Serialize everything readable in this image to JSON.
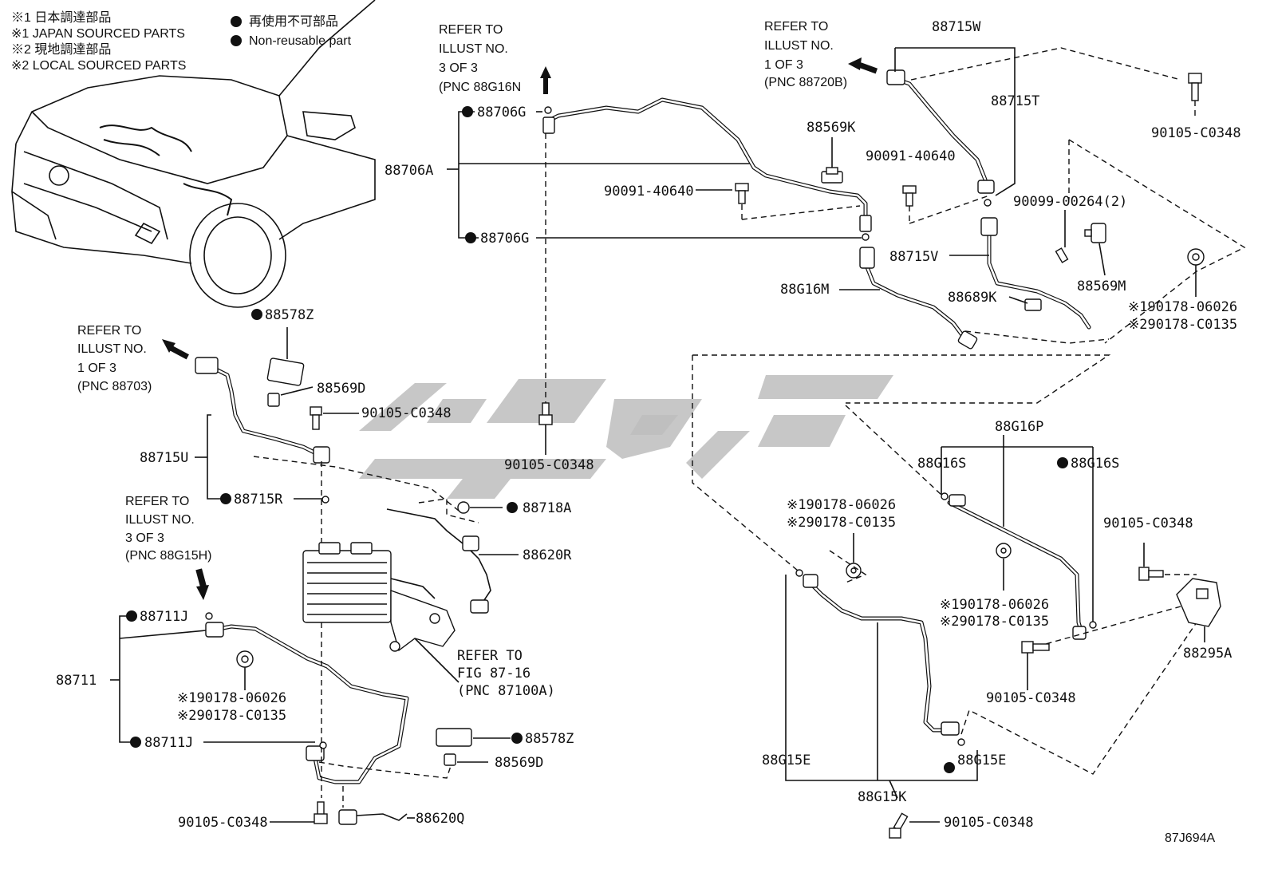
{
  "legend": {
    "l1": "※1 日本調達部品",
    "l2": "※1 JAPAN SOURCED PARTS",
    "l3": "※2 現地調達部品",
    "l4": "※2 LOCAL SOURCED PARTS",
    "nr_jp": "再使用不可部品",
    "nr_en": "Non-reusable part"
  },
  "refs": {
    "r1": [
      "REFER TO",
      "ILLUST NO.",
      "3 OF 3",
      "(PNC 88G16N"
    ],
    "r2": [
      "REFER TO",
      "ILLUST NO.",
      "1 OF 3",
      "(PNC 88720B)"
    ],
    "r3": [
      "REFER TO",
      "ILLUST NO.",
      "1 OF 3",
      "(PNC 88703)"
    ],
    "r4": [
      "REFER TO",
      "ILLUST NO.",
      "3 OF 3",
      "(PNC 88G15H)"
    ],
    "r5": [
      "REFER TO",
      "FIG 87-16",
      "(PNC 87100A)"
    ]
  },
  "labels": {
    "p88706G_top": "88706G",
    "p88706A": "88706A",
    "p88706G_bot": "88706G",
    "p90091_a": "90091-40640",
    "p88569K": "88569K",
    "p88715W": "88715W",
    "p90091_b": "90091-40640",
    "p88715T": "88715T",
    "p90105_tr": "90105-C0348",
    "p90099": "90099-00264(2)",
    "p88715V": "88715V",
    "p88G16M": "88G16M",
    "p88569M": "88569M",
    "p88689K": "88689K",
    "p190178_r": "※190178-06026",
    "p290178_r": "※290178-C0135",
    "p88578Z_top": "88578Z",
    "p88569D_top": "88569D",
    "p90105_l1": "90105-C0348",
    "p90105_c": "90105-C0348",
    "p88715U": "88715U",
    "p88715R": "88715R",
    "p88718A": "88718A",
    "p88620R": "88620R",
    "p88711J_top": "88711J",
    "p88711": "88711",
    "p190178_l": "※190178-06026",
    "p290178_l": "※290178-C0135",
    "p88711J_bot": "88711J",
    "p88578Z_bot": "88578Z",
    "p88569D_bot": "88569D",
    "p90105_lb": "90105-C0348",
    "p88620Q": "88620Q",
    "p88G16P": "88G16P",
    "p88G16S_l": "88G16S",
    "p88G16S_r": "88G16S",
    "p190178_m1": "※190178-06026",
    "p290178_m1": "※290178-C0135",
    "p190178_m2": "※190178-06026",
    "p290178_m2": "※290178-C0135",
    "p90105_r1": "90105-C0348",
    "p88295A": "88295A",
    "p90105_r2": "90105-C0348",
    "p88G15E_l": "88G15E",
    "p88G15E_r": "88G15E",
    "p88G15K": "88G15K",
    "p90105_r3": "90105-C0348",
    "code": "87J694A"
  }
}
